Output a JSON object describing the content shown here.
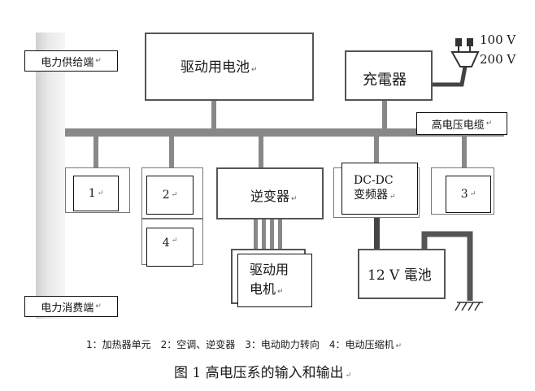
{
  "supply_end": "电力供给端",
  "consumption_end": "电力消费端",
  "battery_drive": "驱动用电池",
  "charger": "充電器",
  "plug_100v": "100 V",
  "plug_200v": "200 V",
  "hv_cable": "高电压电缆",
  "unit1": "1",
  "unit2": "2",
  "unit3": "3",
  "unit4": "4",
  "inverter": "逆变器",
  "dcdc_line1": "DC-DC",
  "dcdc_line2": "变频器",
  "motor_line1": "驱动用",
  "motor_line2": "电机",
  "battery_12v": "12 V 電池",
  "legend": "1：加热器单元　2：空调、逆变器　3：电动助力转向　4：电动压缩机",
  "caption": "图 1  高电压系的输入和输出",
  "return_mark": "↵"
}
